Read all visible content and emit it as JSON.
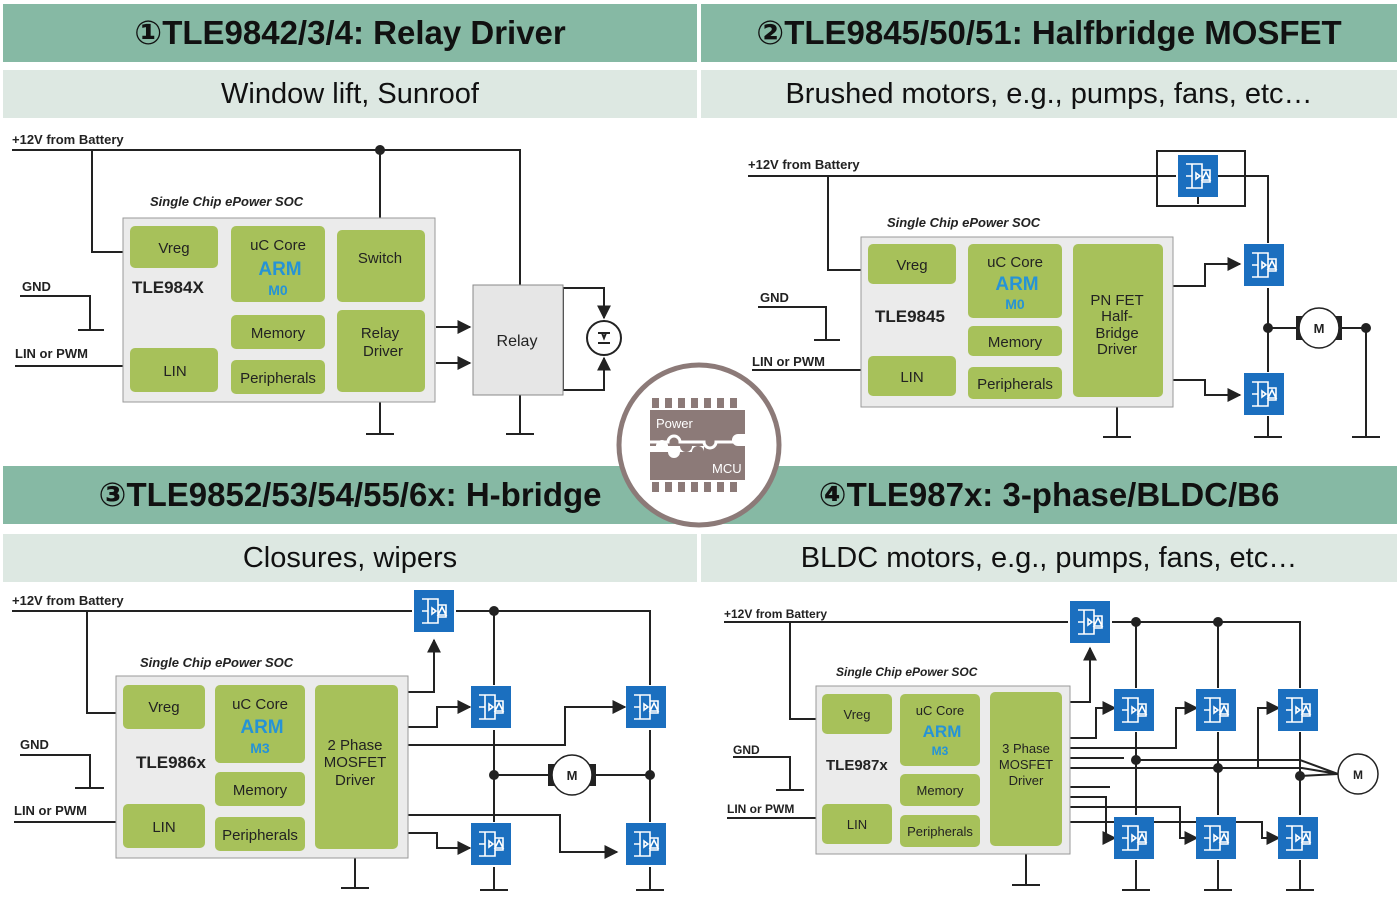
{
  "quadrants": [
    {
      "title": "①TLE9842/3/4: Relay Driver",
      "subtitle": "Window lift, Sunroof"
    },
    {
      "title": "②TLE9845/50/51: Halfbridge MOSFET",
      "subtitle": "Brushed motors, e.g., pumps, fans, etc…"
    },
    {
      "title": "③TLE9852/53/54/55/6x: H-bridge",
      "subtitle": "Closures, wipers"
    },
    {
      "title": "④TLE987x: 3-phase/BLDC/B6",
      "subtitle": "BLDC motors, e.g., pumps, fans, etc…"
    }
  ],
  "common": {
    "battery": "+12V from Battery",
    "gnd": "GND",
    "lin_pwm": "LIN or PWM",
    "soc": "Single Chip ePower SOC",
    "vreg": "Vreg",
    "uc_core": "uC Core",
    "arm": "ARM",
    "memory": "Memory",
    "lin": "LIN",
    "peripherals": "Peripherals",
    "motor": "M"
  },
  "q1": {
    "chip": "TLE984X",
    "core": "M0",
    "switch": "Switch",
    "driver": [
      "Relay",
      "Driver"
    ],
    "relay": "Relay"
  },
  "q2": {
    "chip": "TLE9845",
    "core": "M0",
    "driver": [
      "PN FET",
      "Half-",
      "Bridge",
      "Driver"
    ]
  },
  "q3": {
    "chip": "TLE986x",
    "core": "M3",
    "driver": [
      "2 Phase",
      "MOSFET",
      "Driver"
    ]
  },
  "q4": {
    "chip": "TLE987x",
    "core": "M3",
    "driver": [
      "3 Phase",
      "MOSFET",
      "Driver"
    ]
  },
  "logo": {
    "top": "Power",
    "bottom": "MCU"
  },
  "colors": {
    "header": "#86b9a4",
    "subheader": "#dde8e2",
    "block": "#a7c15a",
    "soc": "#ebebeb",
    "arm": "#2693d6",
    "mosfet": "#1b6fbf",
    "logo": "#8c7a78"
  }
}
